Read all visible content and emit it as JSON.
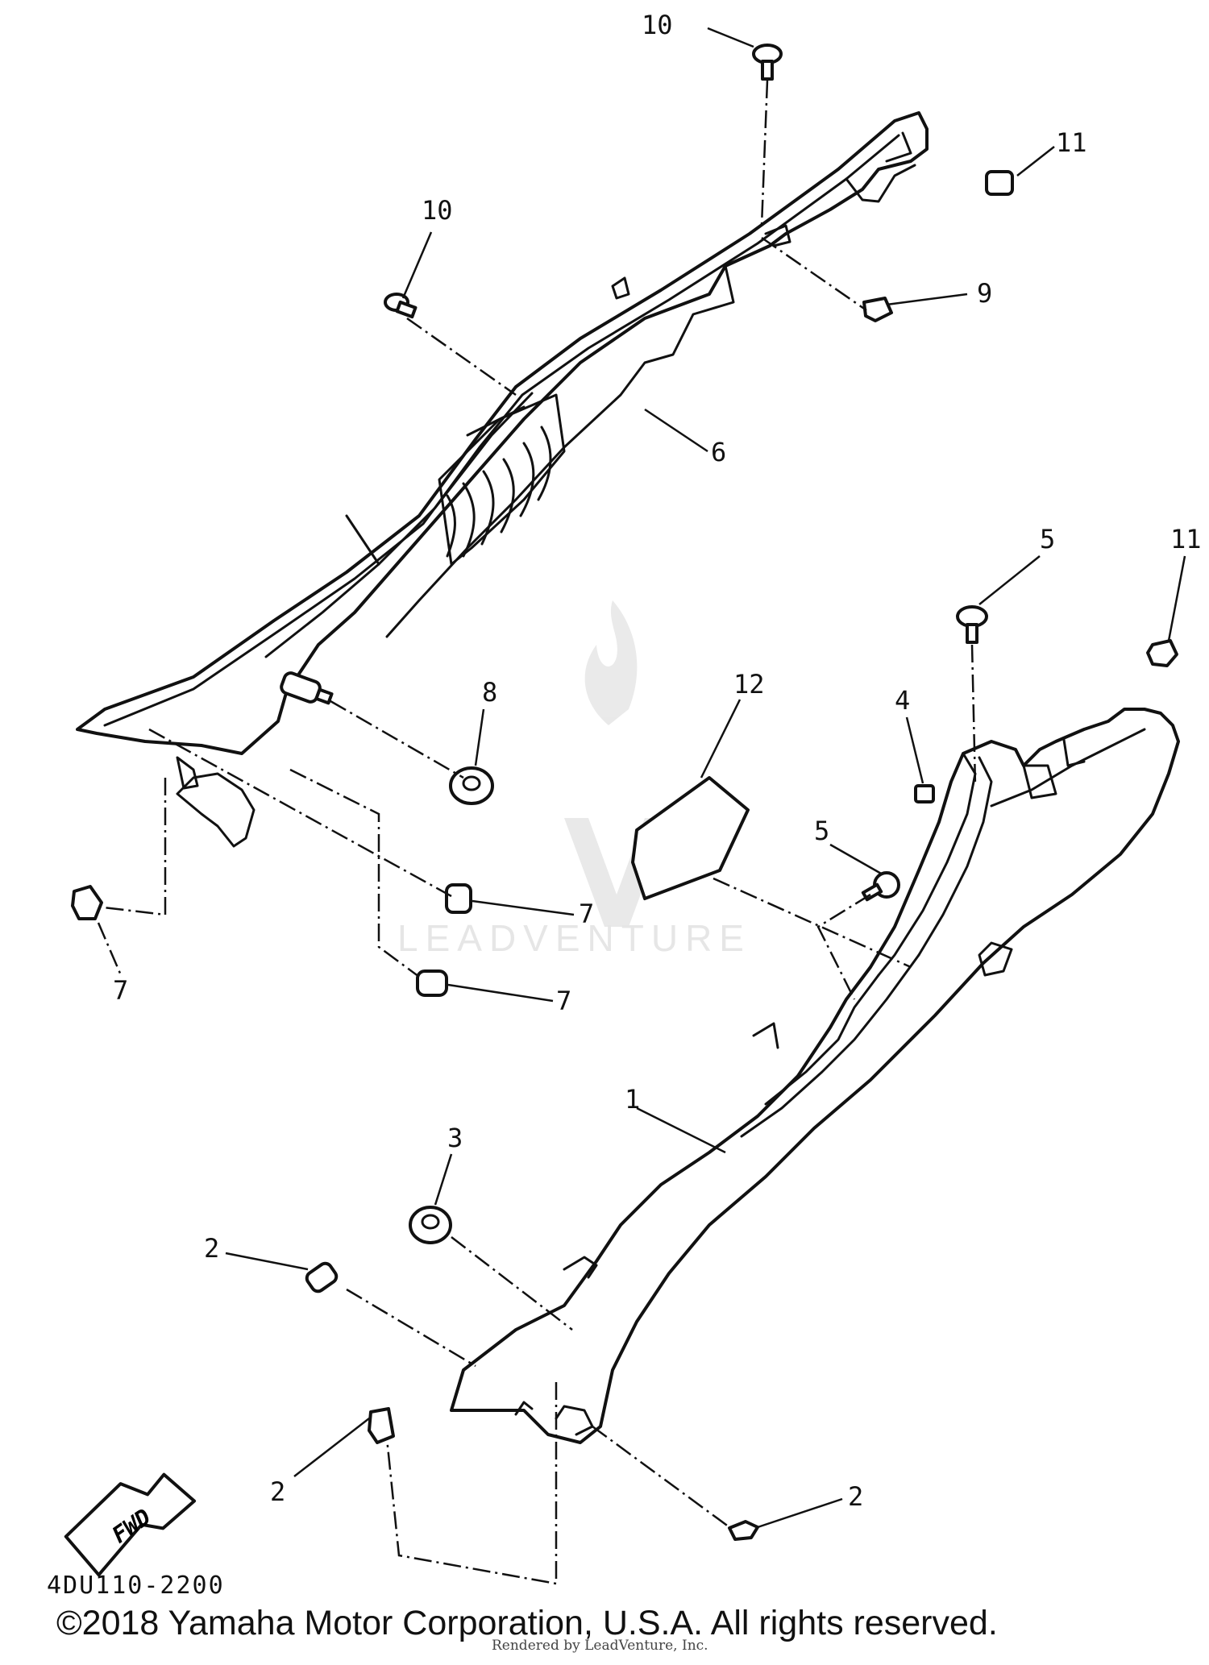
{
  "diagram": {
    "code": "4DU110-2200",
    "fwd_label": "FWD",
    "watermark": "LEADVENTURE"
  },
  "callouts": {
    "c1": "1",
    "c2a": "2",
    "c2b": "2",
    "c2c": "2",
    "c3": "3",
    "c4": "4",
    "c5a": "5",
    "c5b": "5",
    "c6": "6",
    "c7a": "7",
    "c7b": "7",
    "c7c": "7",
    "c8": "8",
    "c9": "9",
    "c10a": "10",
    "c10b": "10",
    "c11a": "11",
    "c11b": "11",
    "c12": "12"
  },
  "footer": {
    "copyright": "©2018 Yamaha Motor Corporation, U.S.A. All rights reserved.",
    "rendered_by": "Rendered by LeadVenture, Inc."
  }
}
